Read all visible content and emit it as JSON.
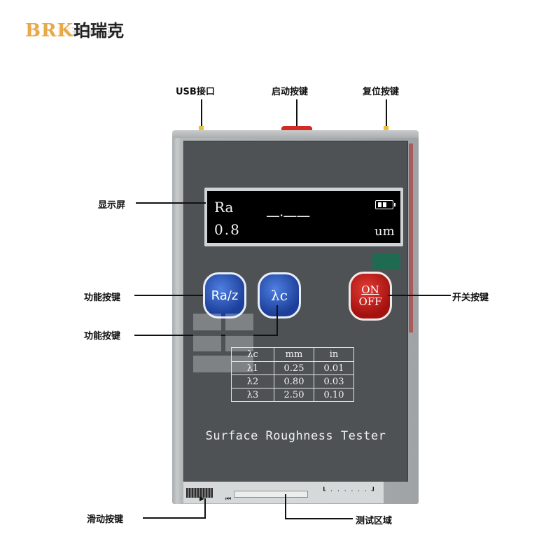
{
  "brand": {
    "latin": "BRK",
    "chinese": "珀瑞克"
  },
  "callouts": {
    "usb": "USB接口",
    "start": "启动按键",
    "reset": "复位按键",
    "display": "显示屏",
    "function1": "功能按键",
    "function2": "功能按键",
    "power": "开关按键",
    "slide": "滑动按键",
    "test_area": "测试区域"
  },
  "display": {
    "param": "Ra",
    "value": "0.8",
    "unit": "um",
    "center": "—·——"
  },
  "buttons": {
    "raz": "Ra/z",
    "lambda_c": "λc",
    "on": "ON",
    "off": "OFF"
  },
  "table": {
    "header": [
      "λc",
      "mm",
      "in"
    ],
    "rows": [
      [
        "λ1",
        "0.25",
        "0.01"
      ],
      [
        "λ2",
        "0.80",
        "0.03"
      ],
      [
        "λ3",
        "2.50",
        "0.10"
      ]
    ]
  },
  "model_name": "Surface Roughness Tester",
  "colors": {
    "panel": "#4e5255",
    "blue_button": "#2a56c0",
    "red_button": "#c8201c",
    "brand_orange": "#e8a948"
  }
}
